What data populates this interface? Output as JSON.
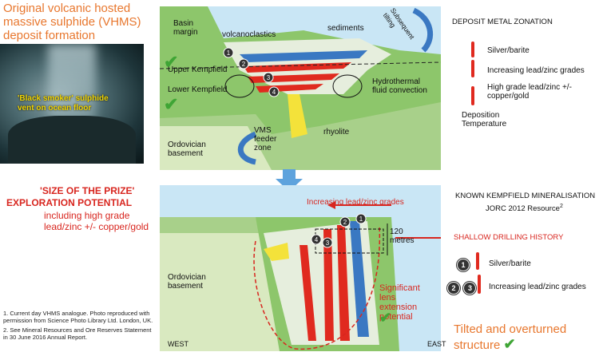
{
  "title": "Original volcanic hosted massive sulphide (VHMS) deposit formation",
  "photo_caption": "'Black smoker' sulphide vent on ocean floor",
  "top_labels": {
    "basin_margin": "Basin margin",
    "volcanoclastics": "volcanoclastics",
    "sediments": "sediments",
    "subsequent_tilting": "Subsequent tilting",
    "upper_kempfield": "Upper Kempfield",
    "lower_kempfield": "Lower Kempfield",
    "hydrothermal": "Hydrothermal fluid convection",
    "vms_feeder": "VMS feeder zone",
    "rhyolite": "rhyolite",
    "ordovician": "Ordovician basement"
  },
  "zonation": {
    "title": "DEPOSIT METAL ZONATION",
    "items": [
      "Silver/barite",
      "Increasing lead/zinc grades",
      "High grade lead/zinc +/- copper/gold"
    ],
    "deposition": "Deposition Temperature"
  },
  "prize": {
    "line1": "'SIZE OF THE PRIZE'",
    "line2": "EXPLORATION POTENTIAL",
    "line3": "including high grade lead/zinc +/- copper/gold"
  },
  "bottom_labels": {
    "increasing": "Increasing lead/zinc grades",
    "known": "KNOWN KEMPFIELD MINERALISATION",
    "jorc": "JORC 2012 Resource",
    "jorc_sup": "2",
    "metres": "120 metres",
    "shallow": "SHALLOW DRILLING HISTORY",
    "ordovician": "Ordovician basement",
    "significant": "Significant lens extension potential",
    "west": "WEST",
    "east": "EAST"
  },
  "legend": {
    "item1_num": "1",
    "item1_text": "Silver/barite",
    "item2_nums": [
      "2",
      "3"
    ],
    "item2_text": "Increasing lead/zinc grades"
  },
  "tilted": "Tilted and overturned structure",
  "footnotes": [
    "1. Current day VHMS analogue. Photo reproduced with permission from Science Photo Library Ltd. London, UK.",
    "2. See Mineral Resources and Ore Reserves Statement in 30 June 2016 Annual Report."
  ],
  "markers_top": [
    "1",
    "2",
    "3",
    "4"
  ],
  "markers_bottom": [
    "1",
    "2",
    "3",
    "4"
  ],
  "colors": {
    "accent_orange": "#e8772e",
    "red": "#d8261f",
    "green": "#3fa535",
    "sea_blue": "#c9e6f5",
    "ore_red": "#e02a1f"
  }
}
